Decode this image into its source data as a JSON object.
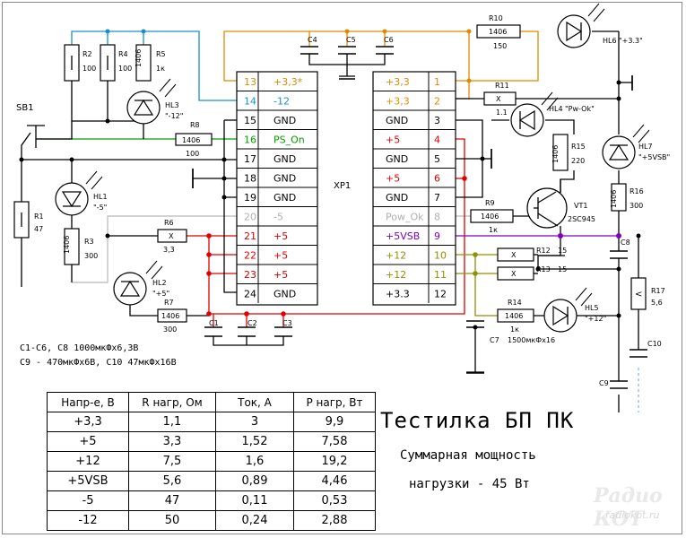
{
  "title": "Тестилка БП ПК",
  "subtitle_line1": "Суммарная мощность",
  "subtitle_line2": "нагрузки - 45 Вт",
  "notes": [
    "C1-C6, C8 1000мкФх6,3В",
    "C9 - 470мкФх6В, C10 47мкФх16В"
  ],
  "watermark": {
    "logo": "Радио КОТ",
    "url": "radiokot.ru"
  },
  "connector": {
    "label": "XP1",
    "left_pins": [
      {
        "num": "13",
        "name": "+3,3*",
        "color": "#e08a00"
      },
      {
        "num": "14",
        "name": "-12",
        "color": "#1a8fd0"
      },
      {
        "num": "15",
        "name": "GND",
        "color": "#000000"
      },
      {
        "num": "16",
        "name": "PS_On",
        "color": "#00a000"
      },
      {
        "num": "17",
        "name": "GND",
        "color": "#000000"
      },
      {
        "num": "18",
        "name": "GND",
        "color": "#000000"
      },
      {
        "num": "19",
        "name": "GND",
        "color": "#000000"
      },
      {
        "num": "20",
        "name": "-5",
        "color": "#b0b0b0"
      },
      {
        "num": "21",
        "name": "+5",
        "color": "#e00000"
      },
      {
        "num": "22",
        "name": "+5",
        "color": "#e00000"
      },
      {
        "num": "23",
        "name": "+5",
        "color": "#e00000"
      },
      {
        "num": "24",
        "name": "GND",
        "color": "#000000"
      }
    ],
    "right_pins": [
      {
        "num": "1",
        "name": "+3,3",
        "color": "#e08a00"
      },
      {
        "num": "2",
        "name": "+3,3",
        "color": "#e08a00"
      },
      {
        "num": "3",
        "name": "GND",
        "color": "#000000"
      },
      {
        "num": "4",
        "name": "+5",
        "color": "#e00000"
      },
      {
        "num": "5",
        "name": "GND",
        "color": "#000000"
      },
      {
        "num": "6",
        "name": "+5",
        "color": "#e00000"
      },
      {
        "num": "7",
        "name": "GND",
        "color": "#000000"
      },
      {
        "num": "8",
        "name": "Pow_Ok",
        "color": "#b0b0b0"
      },
      {
        "num": "9",
        "name": "+5VSB",
        "color": "#8000c0"
      },
      {
        "num": "10",
        "name": "+12",
        "color": "#909000"
      },
      {
        "num": "11",
        "name": "+12",
        "color": "#909000"
      },
      {
        "num": "12",
        "name": "+3.3",
        "color": "#000000"
      }
    ]
  },
  "components": {
    "R1": {
      "ref": "R1",
      "value": "47"
    },
    "R2": {
      "ref": "R2",
      "value": "100"
    },
    "R3": {
      "ref": "R3",
      "value": "300",
      "body": "1406"
    },
    "R4": {
      "ref": "R4",
      "value": "100"
    },
    "R5": {
      "ref": "R5",
      "value": "1к",
      "body": "1406"
    },
    "R6": {
      "ref": "R6",
      "value": "3,3",
      "body": "X"
    },
    "R7": {
      "ref": "R7",
      "value": "300",
      "body": "1406"
    },
    "R8": {
      "ref": "R8",
      "value": "100",
      "body": "1406"
    },
    "R9": {
      "ref": "R9",
      "value": "1к",
      "body": "1406"
    },
    "R10": {
      "ref": "R10",
      "value": "150",
      "body": "1406"
    },
    "R11": {
      "ref": "R11",
      "value": "1.1",
      "body": "X"
    },
    "R12": {
      "ref": "R12",
      "value": "15",
      "body": "X"
    },
    "R13": {
      "ref": "R13",
      "value": "15",
      "body": "X"
    },
    "R14": {
      "ref": "R14",
      "value": "1к",
      "body": "1406"
    },
    "R15": {
      "ref": "R15",
      "value": "220",
      "body": "1406"
    },
    "R16": {
      "ref": "R16",
      "value": "300",
      "body": "1406"
    },
    "R17": {
      "ref": "R17",
      "value": "5,6",
      "body": "<"
    },
    "SB1": {
      "ref": "SB1"
    },
    "VT1": {
      "ref": "VT1",
      "value": "2SC945"
    },
    "HL1": {
      "ref": "HL1",
      "label": "\"-5\""
    },
    "HL2": {
      "ref": "HL2",
      "label": "\"+5\""
    },
    "HL3": {
      "ref": "HL3",
      "label": "\"-12\""
    },
    "HL4": {
      "ref": "HL4",
      "label": "\"Pw-Ok\""
    },
    "HL5": {
      "ref": "HL5",
      "label": "\"+12\""
    },
    "HL6": {
      "ref": "HL6",
      "label": "\"+3.3\""
    },
    "HL7": {
      "ref": "HL7",
      "label": "\"+5VSB\""
    },
    "C1": {
      "ref": "C1"
    },
    "C2": {
      "ref": "C2"
    },
    "C3": {
      "ref": "C3"
    },
    "C4": {
      "ref": "C4"
    },
    "C5": {
      "ref": "C5"
    },
    "C6": {
      "ref": "C6"
    },
    "C7": {
      "ref": "C7",
      "value": "1500мкФх16"
    },
    "C8": {
      "ref": "C8"
    },
    "C9": {
      "ref": "C9"
    },
    "C10": {
      "ref": "C10"
    }
  },
  "table": {
    "headers": [
      "Напр-е, В",
      "R нагр, Ом",
      "Ток, А",
      "Р нагр, Вт"
    ],
    "rows": [
      [
        "+3,3",
        "1,1",
        "3",
        "9,9"
      ],
      [
        "+5",
        "3,3",
        "1,52",
        "7,58"
      ],
      [
        "+12",
        "7,5",
        "1,6",
        "19,2"
      ],
      [
        "+5VSB",
        "5,6",
        "0,89",
        "4,46"
      ],
      [
        "-5",
        "47",
        "0,11",
        "0,53"
      ],
      [
        "-12",
        "50",
        "0,24",
        "2,88"
      ]
    ]
  }
}
